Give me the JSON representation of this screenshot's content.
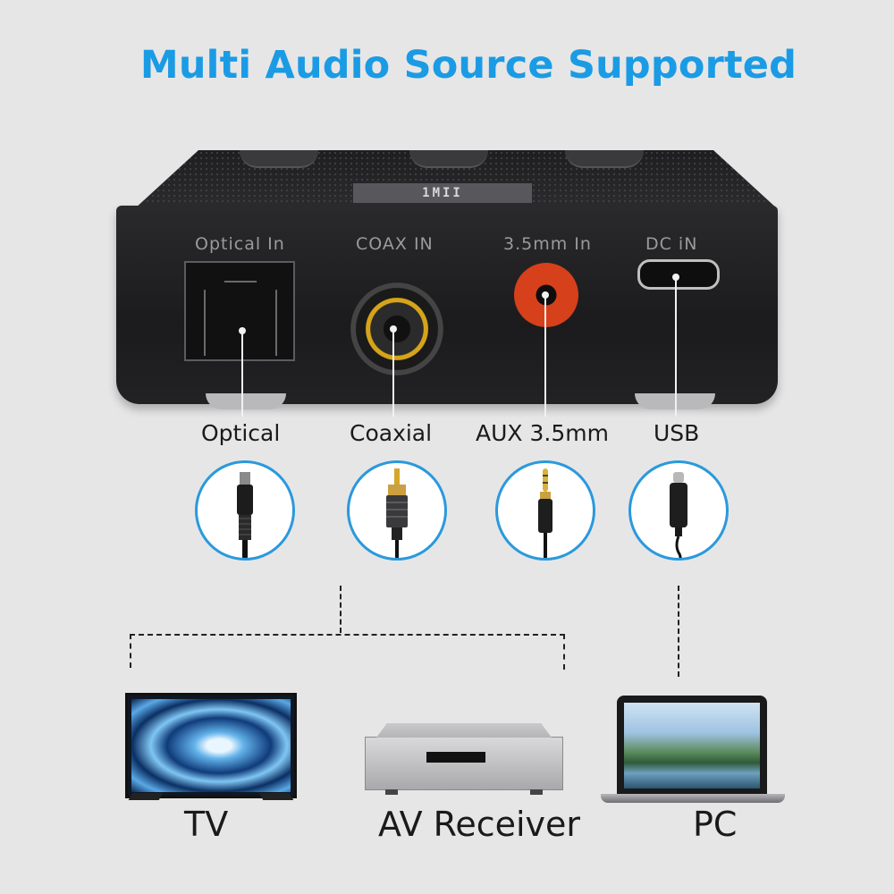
{
  "headline": "Multi Audio Source Supported",
  "device": {
    "brand": "1MII",
    "ports": [
      {
        "id": "optical",
        "label": "Optical In"
      },
      {
        "id": "coax",
        "label": "COAX IN"
      },
      {
        "id": "aux",
        "label": "3.5mm In"
      },
      {
        "id": "dc",
        "label": "DC iN"
      }
    ]
  },
  "connectors": [
    {
      "label": "Optical",
      "icon": "toslink-plug-icon"
    },
    {
      "label": "Coaxial",
      "icon": "rca-plug-icon"
    },
    {
      "label": "AUX 3.5mm",
      "icon": "aux-plug-icon"
    },
    {
      "label": "USB",
      "icon": "usb-c-plug-icon"
    }
  ],
  "sources": [
    {
      "label": "TV",
      "icon": "tv-icon"
    },
    {
      "label": "AV Receiver",
      "icon": "av-receiver-icon"
    },
    {
      "label": "PC",
      "icon": "laptop-icon"
    }
  ],
  "colors": {
    "accent": "#1b9be4",
    "aux_port": "#d6401a",
    "coax_ring": "#d6a41a"
  }
}
